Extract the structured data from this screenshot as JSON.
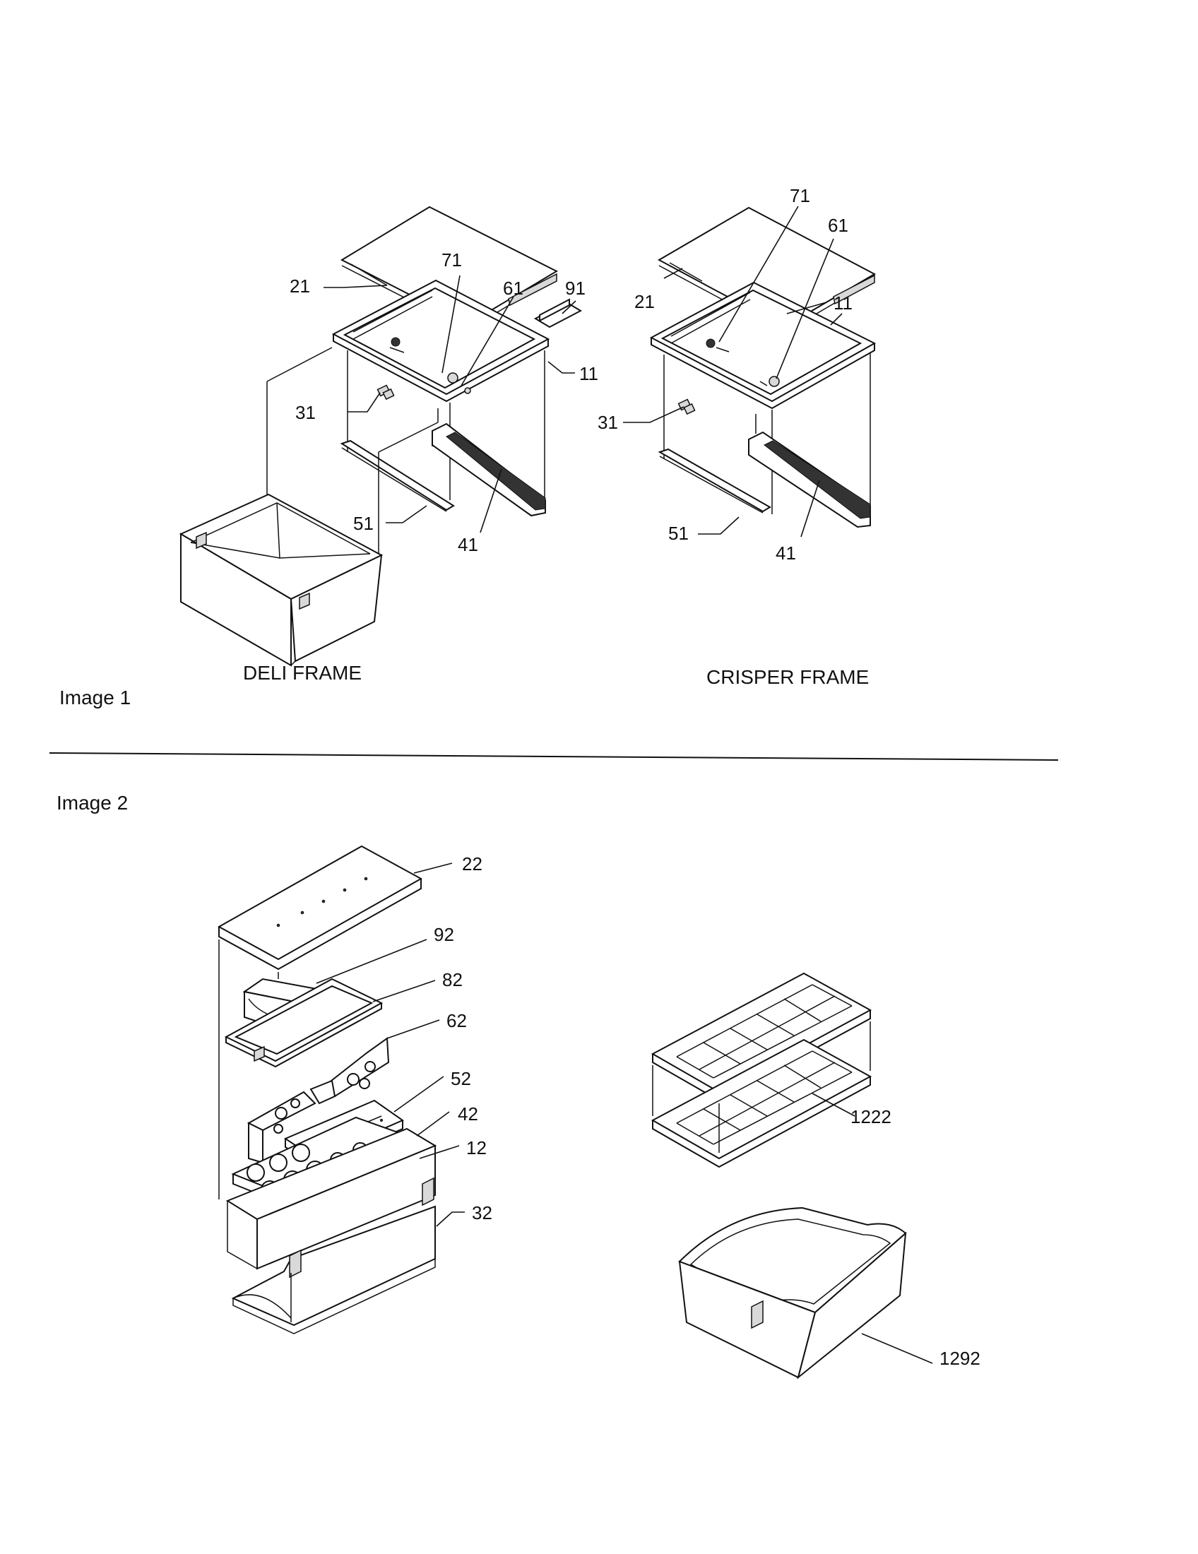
{
  "image1": {
    "section_label": "Image 1",
    "deli_frame": {
      "caption": "DELI FRAME",
      "labels": {
        "p21": "21",
        "p71": "71",
        "p61": "61",
        "p91": "91",
        "p11": "11",
        "p31": "31",
        "p51": "51",
        "p41": "41"
      }
    },
    "crisper_frame": {
      "caption": "CRISPER FRAME",
      "labels": {
        "p71": "71",
        "p61": "61",
        "p21": "21",
        "p11": "11",
        "p31": "31",
        "p51": "51",
        "p41": "41"
      }
    }
  },
  "image2": {
    "section_label": "Image 2",
    "door_assembly": {
      "labels": {
        "p22": "22",
        "p92": "92",
        "p82": "82",
        "p62": "62",
        "p52": "52",
        "p42": "42",
        "p12": "12",
        "p32": "32"
      }
    },
    "ice_trays": {
      "labels": {
        "p1222": "1222"
      }
    },
    "ice_bin": {
      "labels": {
        "p1292": "1292"
      }
    }
  }
}
